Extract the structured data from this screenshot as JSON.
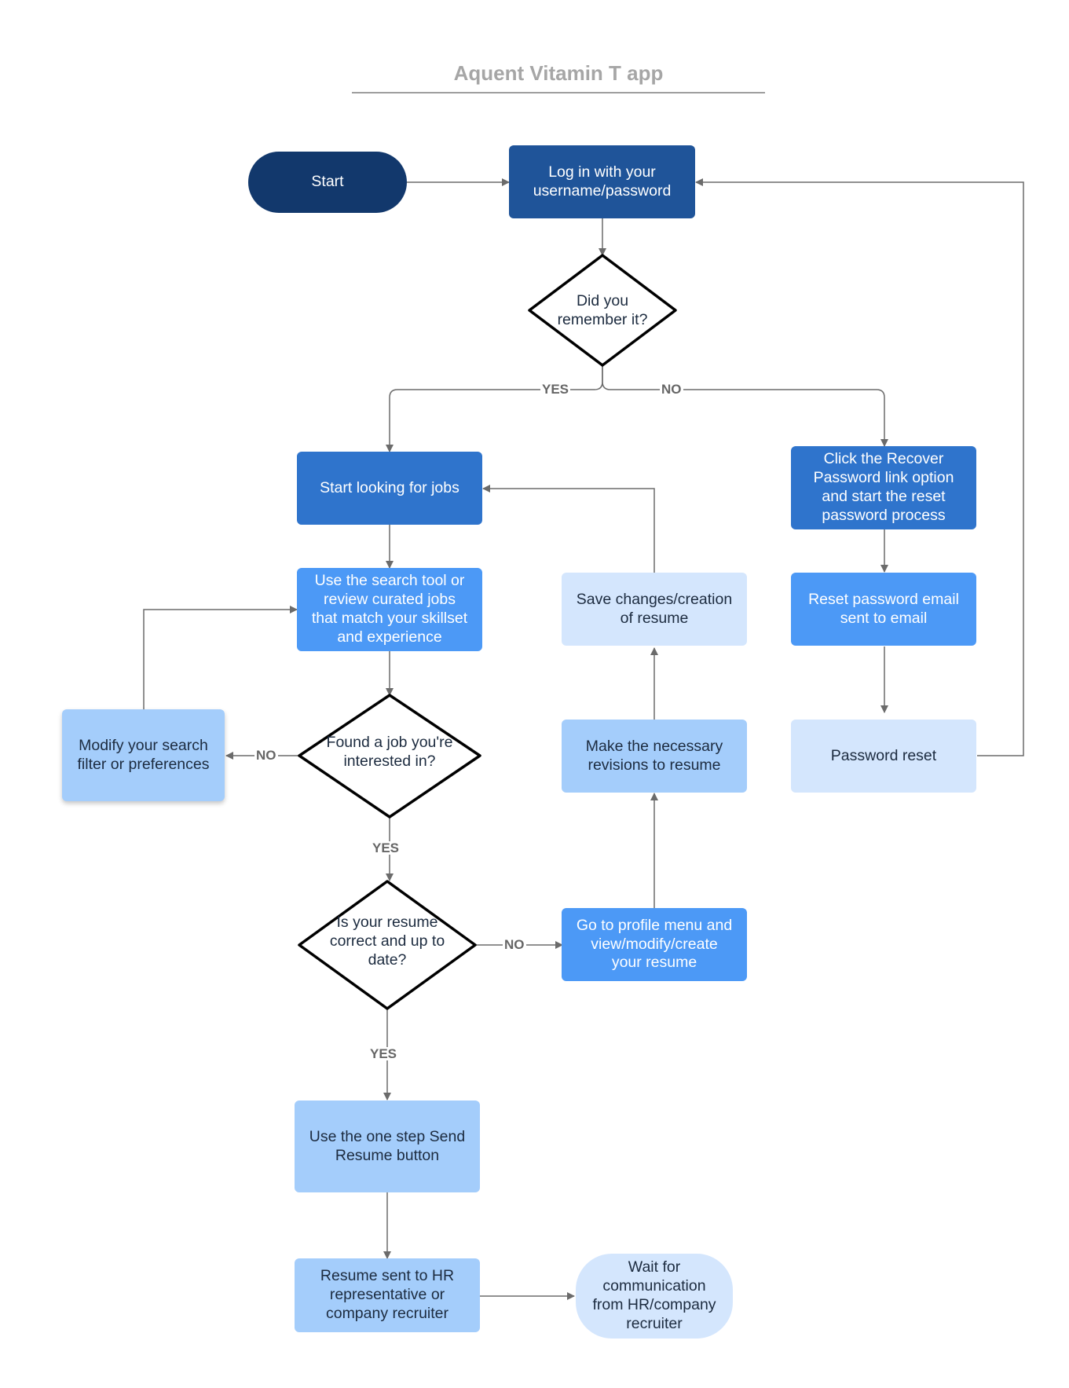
{
  "title": "Aquent Vitamin T app",
  "colors": {
    "connector": "#6b6b6b",
    "navy": "#12386c",
    "dark_blue": "#1f5499",
    "medium_blue": "#2f74cc",
    "bright_blue": "#4c99f6",
    "light_blue": "#a4cdfb",
    "pale_blue": "#d4e6fd"
  },
  "nodes": {
    "start": "Start",
    "login": "Log in with your\nusername/password",
    "remember": "Did you\nremember it?",
    "start_jobs": "Start looking for jobs",
    "recover": "Click the Recover\nPassword link option\nand start the reset\npassword process",
    "search": "Use the search tool or\nreview curated jobs\nthat match your skillset\nand experience",
    "save": "Save changes/creation\nof resume",
    "reset_email": "Reset password email\nsent to email",
    "modify": "Modify your search\nfilter or preferences",
    "found": "Found a job you're\ninterested in?",
    "revisions": "Make the necessary\nrevisions to resume",
    "password_reset": "Password reset",
    "resume_ok": "Is your resume\ncorrect and up to\ndate?",
    "profile": "Go to profile menu and\nview/modify/create\nyour resume",
    "send": "Use the one step Send\nResume button",
    "sent_hr": "Resume sent to HR\nrepresentative or\ncompany recruiter",
    "wait": "Wait for\ncommunication\nfrom HR/company\nrecruiter"
  },
  "edge_labels": {
    "remember_yes": "YES",
    "remember_no": "NO",
    "found_no": "NO",
    "found_yes": "YES",
    "resume_no": "NO",
    "resume_yes": "YES"
  }
}
